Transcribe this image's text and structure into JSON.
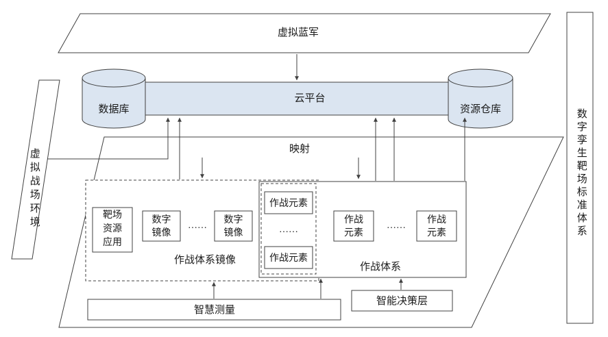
{
  "diagram": {
    "top_band_label": "虚拟蓝军",
    "cloud_label": "云平台",
    "database_label": "数据库",
    "warehouse_label": "资源仓库",
    "left_band_label": "虚拟战场环境",
    "right_band_label": "数字孪生靶场标准体系",
    "mapping_label": "映射",
    "mirror_group": {
      "caption": "作战体系镜像",
      "range_app_lines": [
        "靶场",
        "资源",
        "应用"
      ],
      "mirror1_lines": [
        "数字",
        "镜像"
      ],
      "ellipsis": "……",
      "mirror2_lines": [
        "数字",
        "镜像"
      ]
    },
    "system_group": {
      "caption": "作战体系",
      "element_top": "作战元素",
      "column_ellipsis": "……",
      "element_bottom": "作战元素",
      "element_mid_lines": [
        "作战",
        "元素"
      ],
      "row_ellipsis": "……",
      "element_right_lines": [
        "作战",
        "元素"
      ]
    },
    "measure_label": "智慧测量",
    "decision_label": "智能决策层",
    "colors": {
      "node_fill": "#dbe5f1",
      "line": "#404040",
      "text": "#1a1a1a"
    }
  }
}
